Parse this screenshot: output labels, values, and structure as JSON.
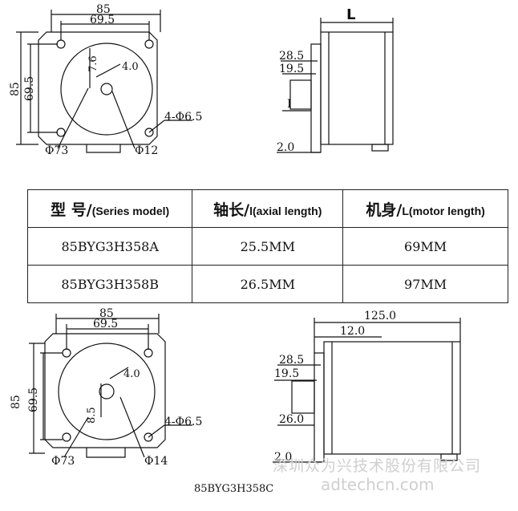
{
  "drawing1": {
    "width": "85",
    "inner": "69.5",
    "height": "85",
    "height_inner": "69.5",
    "d1": "7.6",
    "d2": "4.0",
    "holes": "4-Φ6.5",
    "pilot": "Φ73",
    "shaft": "Φ12",
    "length_label": "L",
    "side_a": "28.5",
    "side_b": "19.5",
    "side_c": "I",
    "side_d": "2.0"
  },
  "table": {
    "headers": [
      {
        "zh": "型 号/",
        "en": "(Series model)"
      },
      {
        "zh": "轴长/",
        "en": "l(axial length)"
      },
      {
        "zh": "机身/",
        "en": "L(motor length)"
      }
    ],
    "rows": [
      [
        "85BYG3H358A",
        "25.5MM",
        "69MM"
      ],
      [
        "85BYG3H358B",
        "26.5MM",
        "97MM"
      ]
    ]
  },
  "drawing2": {
    "width": "85",
    "inner": "69.5",
    "height": "85",
    "height_inner": "69.5",
    "d1": "8.5",
    "d2": "4.0",
    "holes": "4-Φ6.5",
    "pilot": "Φ73",
    "shaft": "Φ14",
    "total": "125.0",
    "back": "12.0",
    "side_a": "28.5",
    "side_b": "19.5",
    "side_c": "26.0",
    "side_d": "2.0"
  },
  "watermark": {
    "company": "深圳众为兴技术股份有限公司",
    "url": "adtechcn.com"
  },
  "caption": "85BYG3H358C"
}
